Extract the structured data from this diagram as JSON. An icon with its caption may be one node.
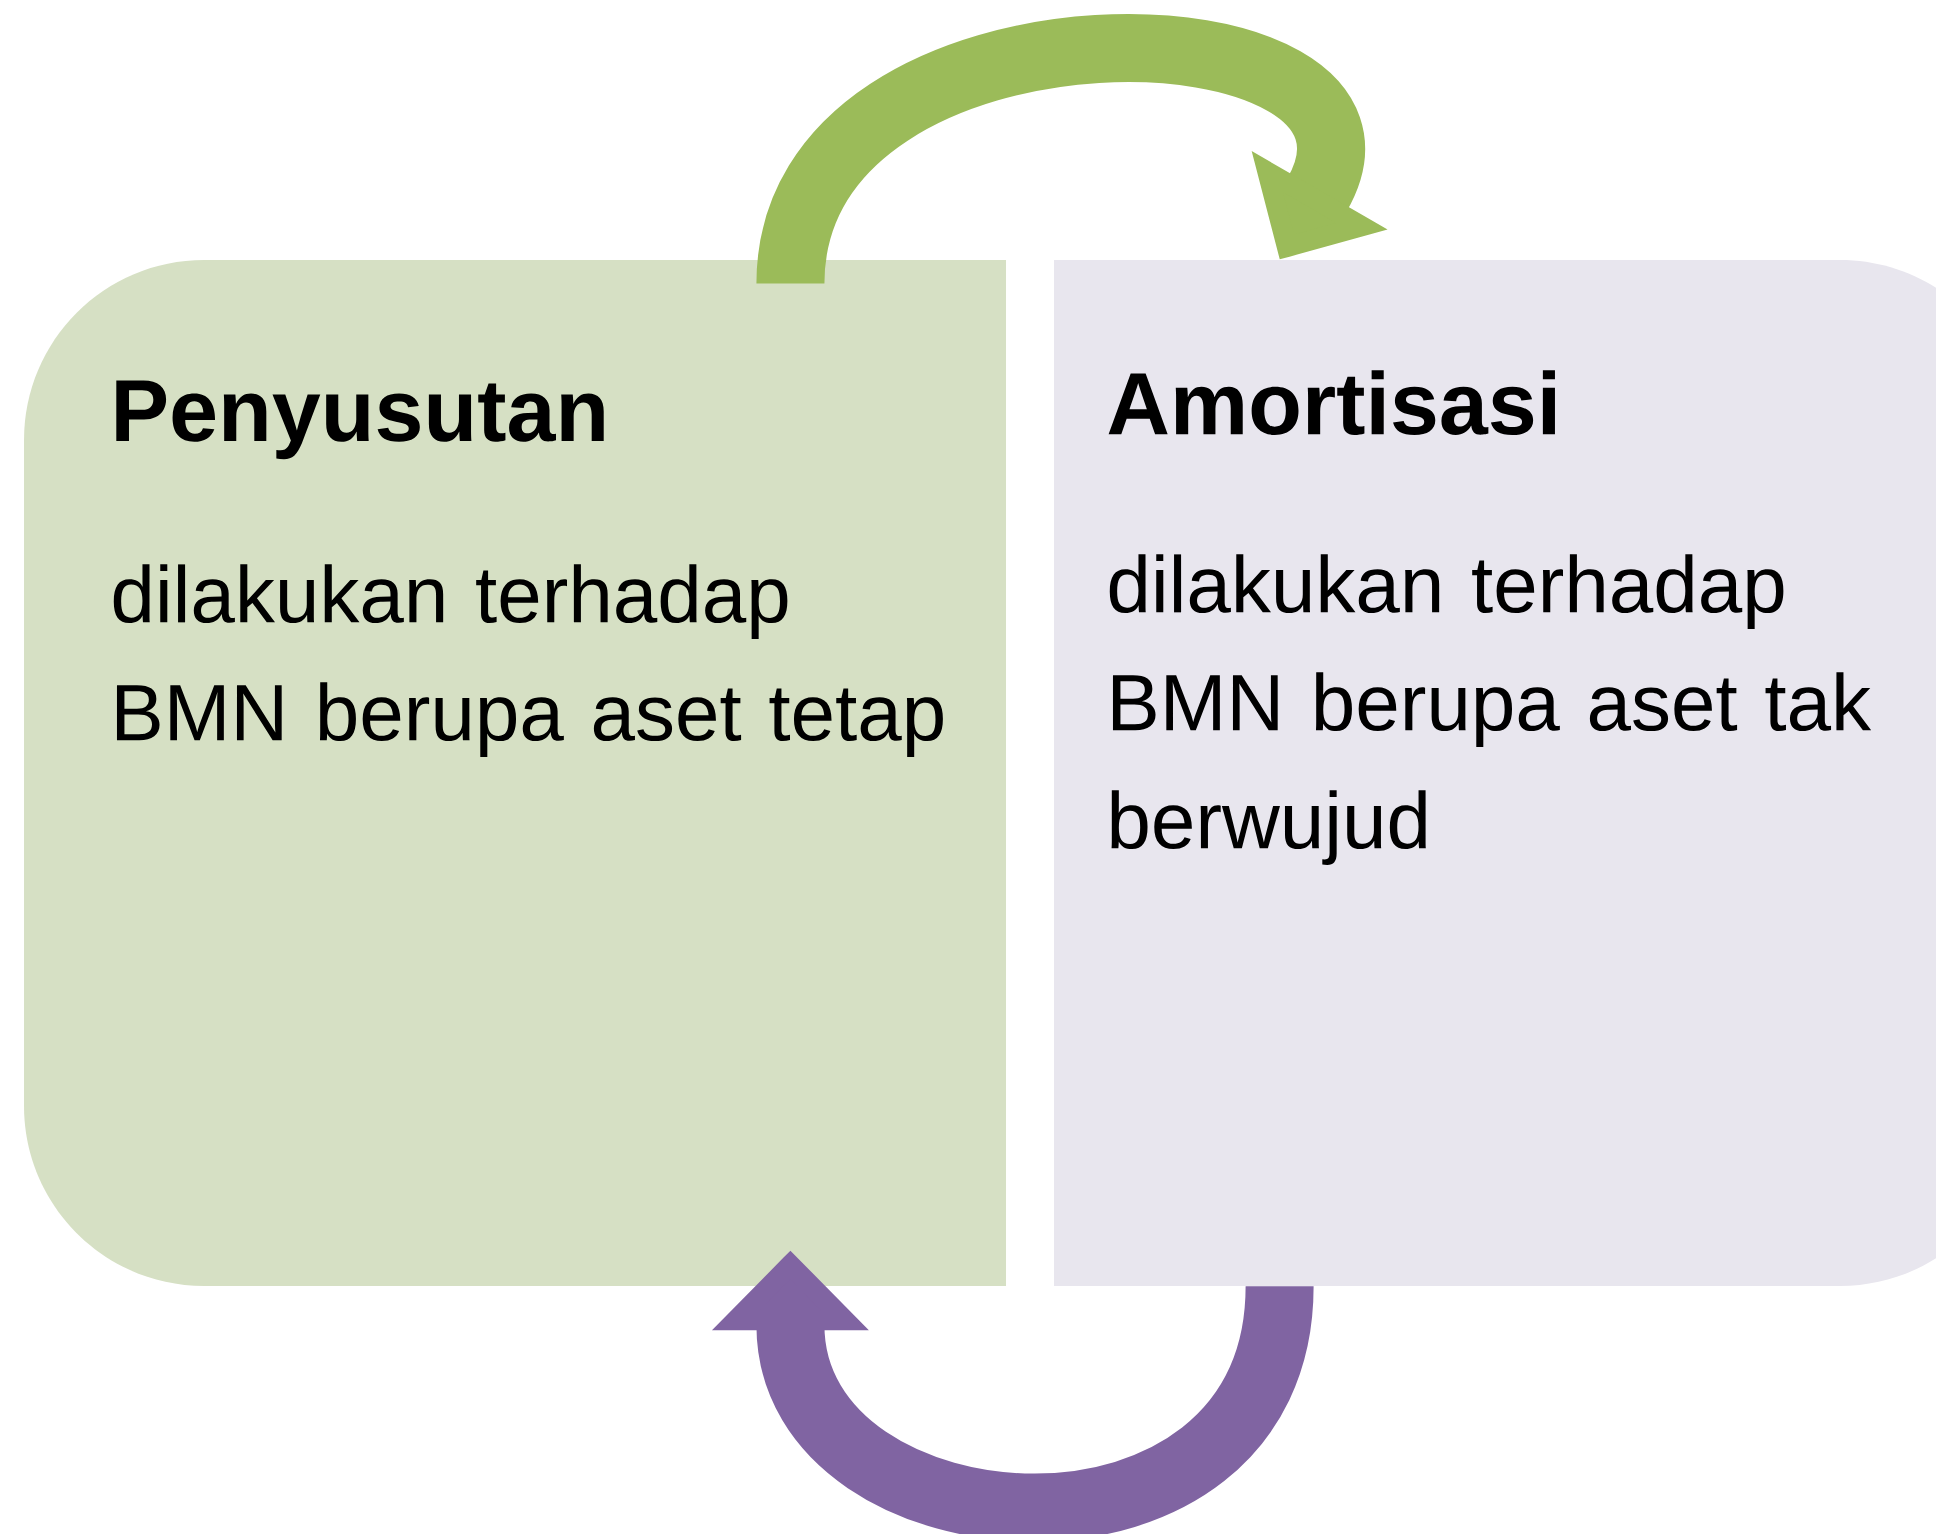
{
  "diagram": {
    "nodes": [
      {
        "text": [
          "Penyusutan",
          "dilakukan terhadap BMN berupa aset tetap"
        ]
      },
      {
        "text": [
          "Amortisasi",
          "dilakukan terhadap BMN berupa aset tak berwujud"
        ]
      }
    ],
    "edges": [
      {
        "from": 0,
        "to": 1,
        "arrow": "to",
        "color": "#9bbb59"
      },
      {
        "from": 1,
        "to": 0,
        "arrow": "to",
        "color": "#8064a2"
      }
    ]
  }
}
